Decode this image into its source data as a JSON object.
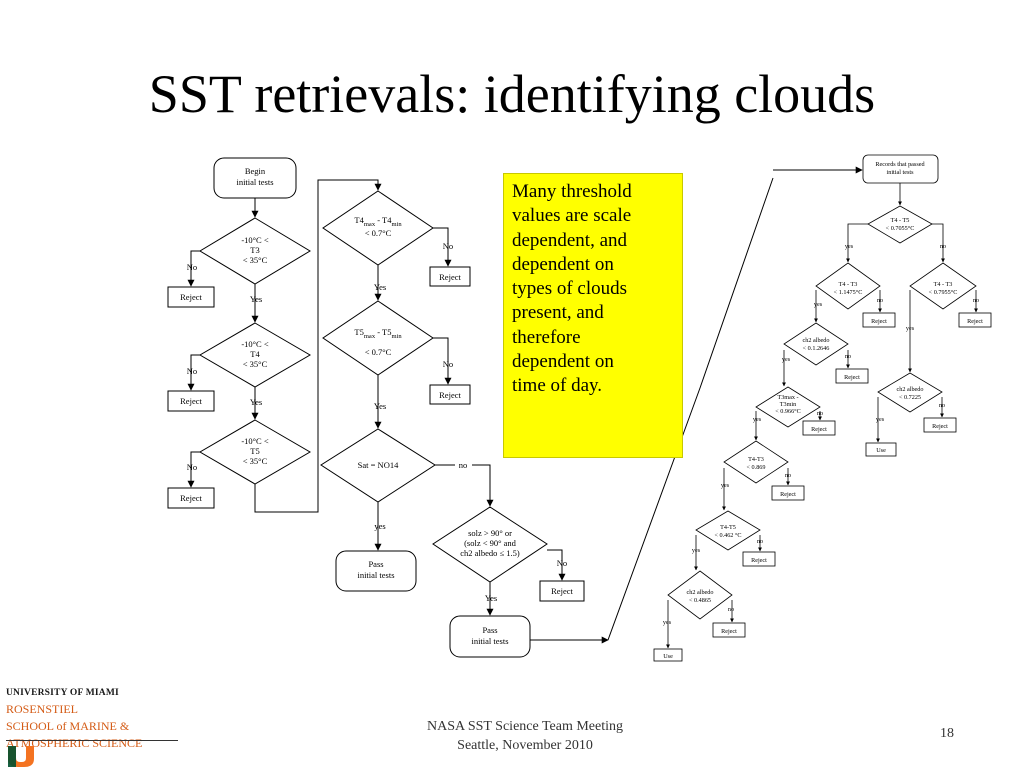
{
  "slide": {
    "title": "SST retrievals: identifying clouds",
    "note_lines": [
      "Many threshold",
      "values are scale",
      "dependent, and",
      "dependent on",
      "types of clouds",
      "present, and",
      "therefore",
      "dependent on",
      "time of day."
    ],
    "logo": {
      "line1": "UNIVERSITY OF MIAMI",
      "line2": "ROSENSTIEL",
      "line3": "SCHOOL of MARINE &",
      "line4": "ATMOSPHERIC SCIENCE",
      "mark": "U"
    },
    "footer": {
      "line1": "NASA SST Science Team Meeting",
      "line2": "Seattle, November 2010"
    },
    "page_number": "18"
  },
  "left_flow": {
    "begin": [
      "Begin",
      "initial tests"
    ],
    "t3": [
      "-10°C <",
      "T3",
      "< 35°C"
    ],
    "t4": [
      "-10°C <",
      "T4",
      "< 35°C"
    ],
    "t5": [
      "-10°C <",
      "T5",
      "< 35°C"
    ],
    "t4range": {
      "a": "T4",
      "amax": "max",
      "mid": " - T4",
      "amin": "min",
      "cond": "< 0.7°C"
    },
    "t5range": {
      "a": "T5",
      "amax": "max",
      "mid": " - T5",
      "amin": "min",
      "cond": "< 0.7°C"
    },
    "sat": "Sat = NO14",
    "solz": [
      "solz > 90° or",
      "(solz < 90° and",
      "ch2 albedo ≤ 1.5)"
    ],
    "pass": [
      "Pass",
      "initial tests"
    ],
    "reject": "Reject",
    "yes": "Yes",
    "no": "No",
    "yes_lc": "yes",
    "no_lc": "no"
  },
  "right_tree": {
    "start": [
      "Records that passed",
      "initial tests"
    ],
    "n1": [
      "T4 - T5",
      "< 0.7055°C"
    ],
    "n2": [
      "T4 - T3",
      "< 1.1475°C"
    ],
    "n3": [
      "T4 - T3",
      "< 0.7955°C"
    ],
    "n4": [
      "ch2 albedo",
      "< 0.1.2646"
    ],
    "n5": [
      "T3max -",
      "T3min",
      "< 0.966°C"
    ],
    "n6": [
      "T4-T3",
      "< 0.869"
    ],
    "n7": [
      "T4-T5",
      "< 0.462 °C"
    ],
    "n8": [
      "ch2 albedo",
      "< 0.4865"
    ],
    "n9": [
      "ch2 albedo",
      "< 0.7225"
    ],
    "reject": "Reject",
    "use": "Use",
    "yes": "yes",
    "no": "no"
  }
}
